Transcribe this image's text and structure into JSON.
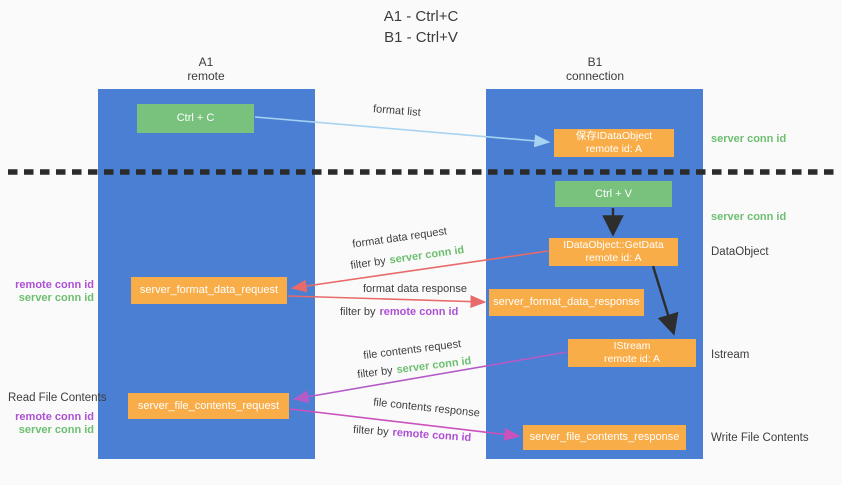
{
  "title": {
    "line1": "A1 - Ctrl+C",
    "line2": "B1 - Ctrl+V"
  },
  "lanes": {
    "left": {
      "name": "A1",
      "subtitle": "remote"
    },
    "right": {
      "name": "B1",
      "subtitle": "connection"
    }
  },
  "nodes": {
    "ctrl_c": {
      "label": "Ctrl + C"
    },
    "save_idataobject": {
      "line1": "保存IDataObject",
      "line2": "remote id: A"
    },
    "ctrl_v": {
      "label": "Ctrl + V"
    },
    "getdata": {
      "line1": "IDataObject::GetData",
      "line2": "remote id: A"
    },
    "format_request": {
      "label": "server_format_data_request"
    },
    "format_response": {
      "label": "server_format_data_response"
    },
    "istream": {
      "line1": "IStream",
      "line2": "remote id: A"
    },
    "file_request": {
      "label": "server_file_contents_request"
    },
    "file_response": {
      "label": "server_file_contents_response"
    }
  },
  "edge_labels": {
    "format_list": "format list",
    "format_data_request": "format data request",
    "format_data_response": "format data response",
    "file_contents_request": "file contents request",
    "file_contents_response": "file contents response",
    "filter_by": "filter by",
    "server_conn_id": "server conn id",
    "remote_conn_id": "remote conn id"
  },
  "side_labels": {
    "left_remote_conn_id_1": "remote conn id",
    "left_server_conn_id_1": "server conn id",
    "read_file_contents": "Read File Contents",
    "left_remote_conn_id_2": "remote conn id",
    "left_server_conn_id_2": "server conn id",
    "right_server_conn_id_1": "server conn id",
    "right_server_conn_id_2": "server conn id",
    "dataobject": "DataObject",
    "istream": "Istream",
    "write_file_contents": "Write File Contents"
  },
  "colors": {
    "lane_blue": "#4a7fd3",
    "node_green": "#79c27d",
    "node_orange": "#f9ad49",
    "arrow_blue": "#a6d3f1",
    "arrow_red": "#e86a6a",
    "arrow_purple": "#b55bc8",
    "arrow_magenta": "#cb51bd",
    "arrow_black": "#2d2d2d",
    "label_green": "#6cbf70",
    "label_purple": "#ae4fd4",
    "text_dark": "#3d3d3d"
  }
}
